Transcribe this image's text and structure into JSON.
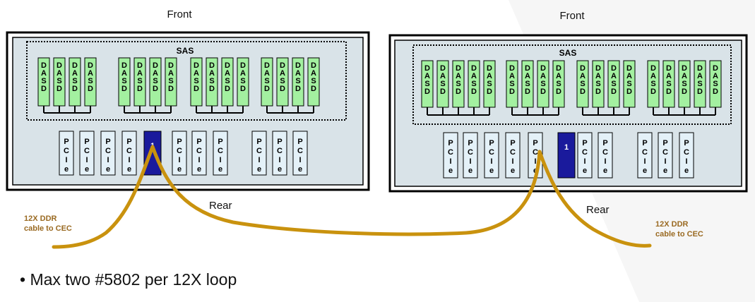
{
  "labels": {
    "front": "Front",
    "rear": "Rear",
    "sas": "SAS",
    "dasd": "DASD",
    "pcie": "PCIe",
    "loop_slot": "1",
    "cable_left": [
      "12X DDR",
      "cable to CEC"
    ],
    "cable_right": [
      "12X DDR",
      "cable to CEC"
    ]
  },
  "bullet": "Max two #5802 per 12X loop",
  "colors": {
    "enclosure_fill": "#d9e3e8",
    "dasd_fill": "#a3f0a0",
    "pcie_fill": "#e4f1f8",
    "loop_slot_fill": "#1a1a9c",
    "cable": "#c9920e",
    "cable_label": "#9a6a22"
  },
  "drawers": [
    {
      "id": "left",
      "dasd_count": 16,
      "pcie_count": 10,
      "loop_slot_index": 4
    },
    {
      "id": "right",
      "dasd_count": 18,
      "pcie_count": 10,
      "loop_slot_index": 5
    }
  ]
}
